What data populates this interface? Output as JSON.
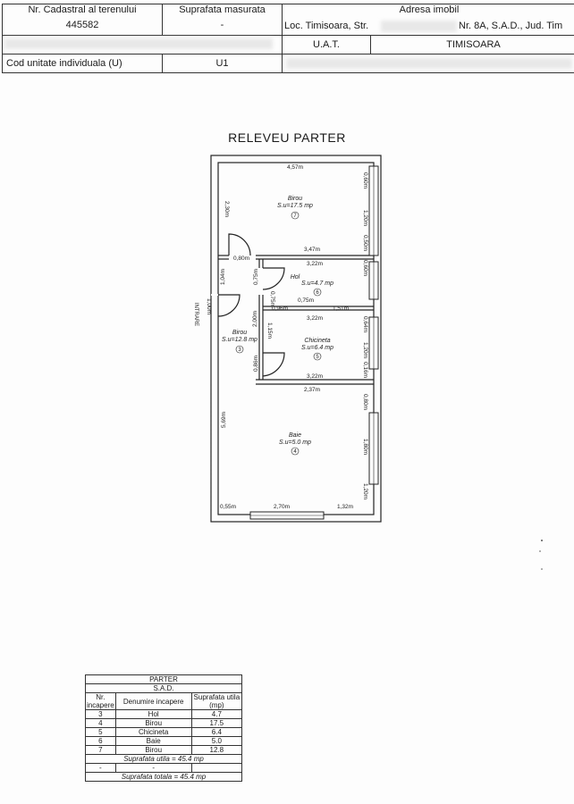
{
  "header": {
    "nr_cadastral_label": "Nr. Cadastral al terenului",
    "nr_cadastral_value": "445582",
    "suprafata_label": "Suprafata masurata",
    "suprafata_value": "-",
    "adresa_label": "Adresa imobil",
    "adresa_loc": "Loc. Timisoara, Str.",
    "adresa_rest": "Nr. 8A, S.A.D., Jud. Tim",
    "uat_label": "U.A.T.",
    "uat_value": "TIMISOARA",
    "cod_label": "Cod unitate individuala (U)",
    "cod_value": "U1"
  },
  "plan": {
    "title": "RELEVEU PARTER",
    "entrance_label": "INTRARE",
    "rooms": [
      {
        "name": "Birou",
        "area": "S.u=12.8 mp",
        "number": "7"
      },
      {
        "name": "Baie",
        "area": "S.u=5.0 mp",
        "number": "6"
      },
      {
        "name": "Chicineta",
        "area": "S.u=6.4 mp",
        "number": "5"
      },
      {
        "name": "Hol",
        "area": "S.u=4.7 mp",
        "number": "3"
      },
      {
        "name": "Birou",
        "area": "S.u=17.5 mp",
        "number": "4"
      }
    ],
    "dimensions": {
      "d457": "4,57m",
      "d230": "2,30m",
      "d347": "3,47m",
      "d080": "0,80m",
      "d322a": "3,22m",
      "d104": "1,04m",
      "d075a": "0,75m",
      "d096": "0,96m",
      "d075b": "0,75m",
      "d151": "1,51m",
      "d322b": "3,22m",
      "d200": "2,00m",
      "d115": "1,15m",
      "d086": "0,86m",
      "d322c": "3,22m",
      "d237": "2,37m",
      "d569": "5,69m",
      "d055": "0,55m",
      "d270": "2,70m",
      "d132": "1,32m",
      "d100": "1,00m",
      "r060a": "0,60m",
      "r120a": "1,20m",
      "r050": "0,50m",
      "r060b": "0,60m",
      "r064": "0,64m",
      "r120b": "1,20m",
      "r016": "0,16m",
      "r080": "0,80m",
      "r180": "1,80m",
      "r120c": "1,20m"
    }
  },
  "summary": {
    "title": "PARTER",
    "subtitle": "S.A.D.",
    "col_nr": "Nr. incapere",
    "col_name": "Denumire incapere",
    "col_area": "Suprafata utila (mp)",
    "rows": [
      {
        "nr": "3",
        "name": "Hol",
        "area": "4.7"
      },
      {
        "nr": "4",
        "name": "Birou",
        "area": "17.5"
      },
      {
        "nr": "5",
        "name": "Chicineta",
        "area": "6.4"
      },
      {
        "nr": "6",
        "name": "Baie",
        "area": "5.0"
      },
      {
        "nr": "7",
        "name": "Birou",
        "area": "12.8"
      }
    ],
    "total_util": "Suprafata utila = 45.4 mp",
    "dash1": "-",
    "dash2": "-",
    "total_total": "Suprafata totala = 45.4 mp"
  }
}
